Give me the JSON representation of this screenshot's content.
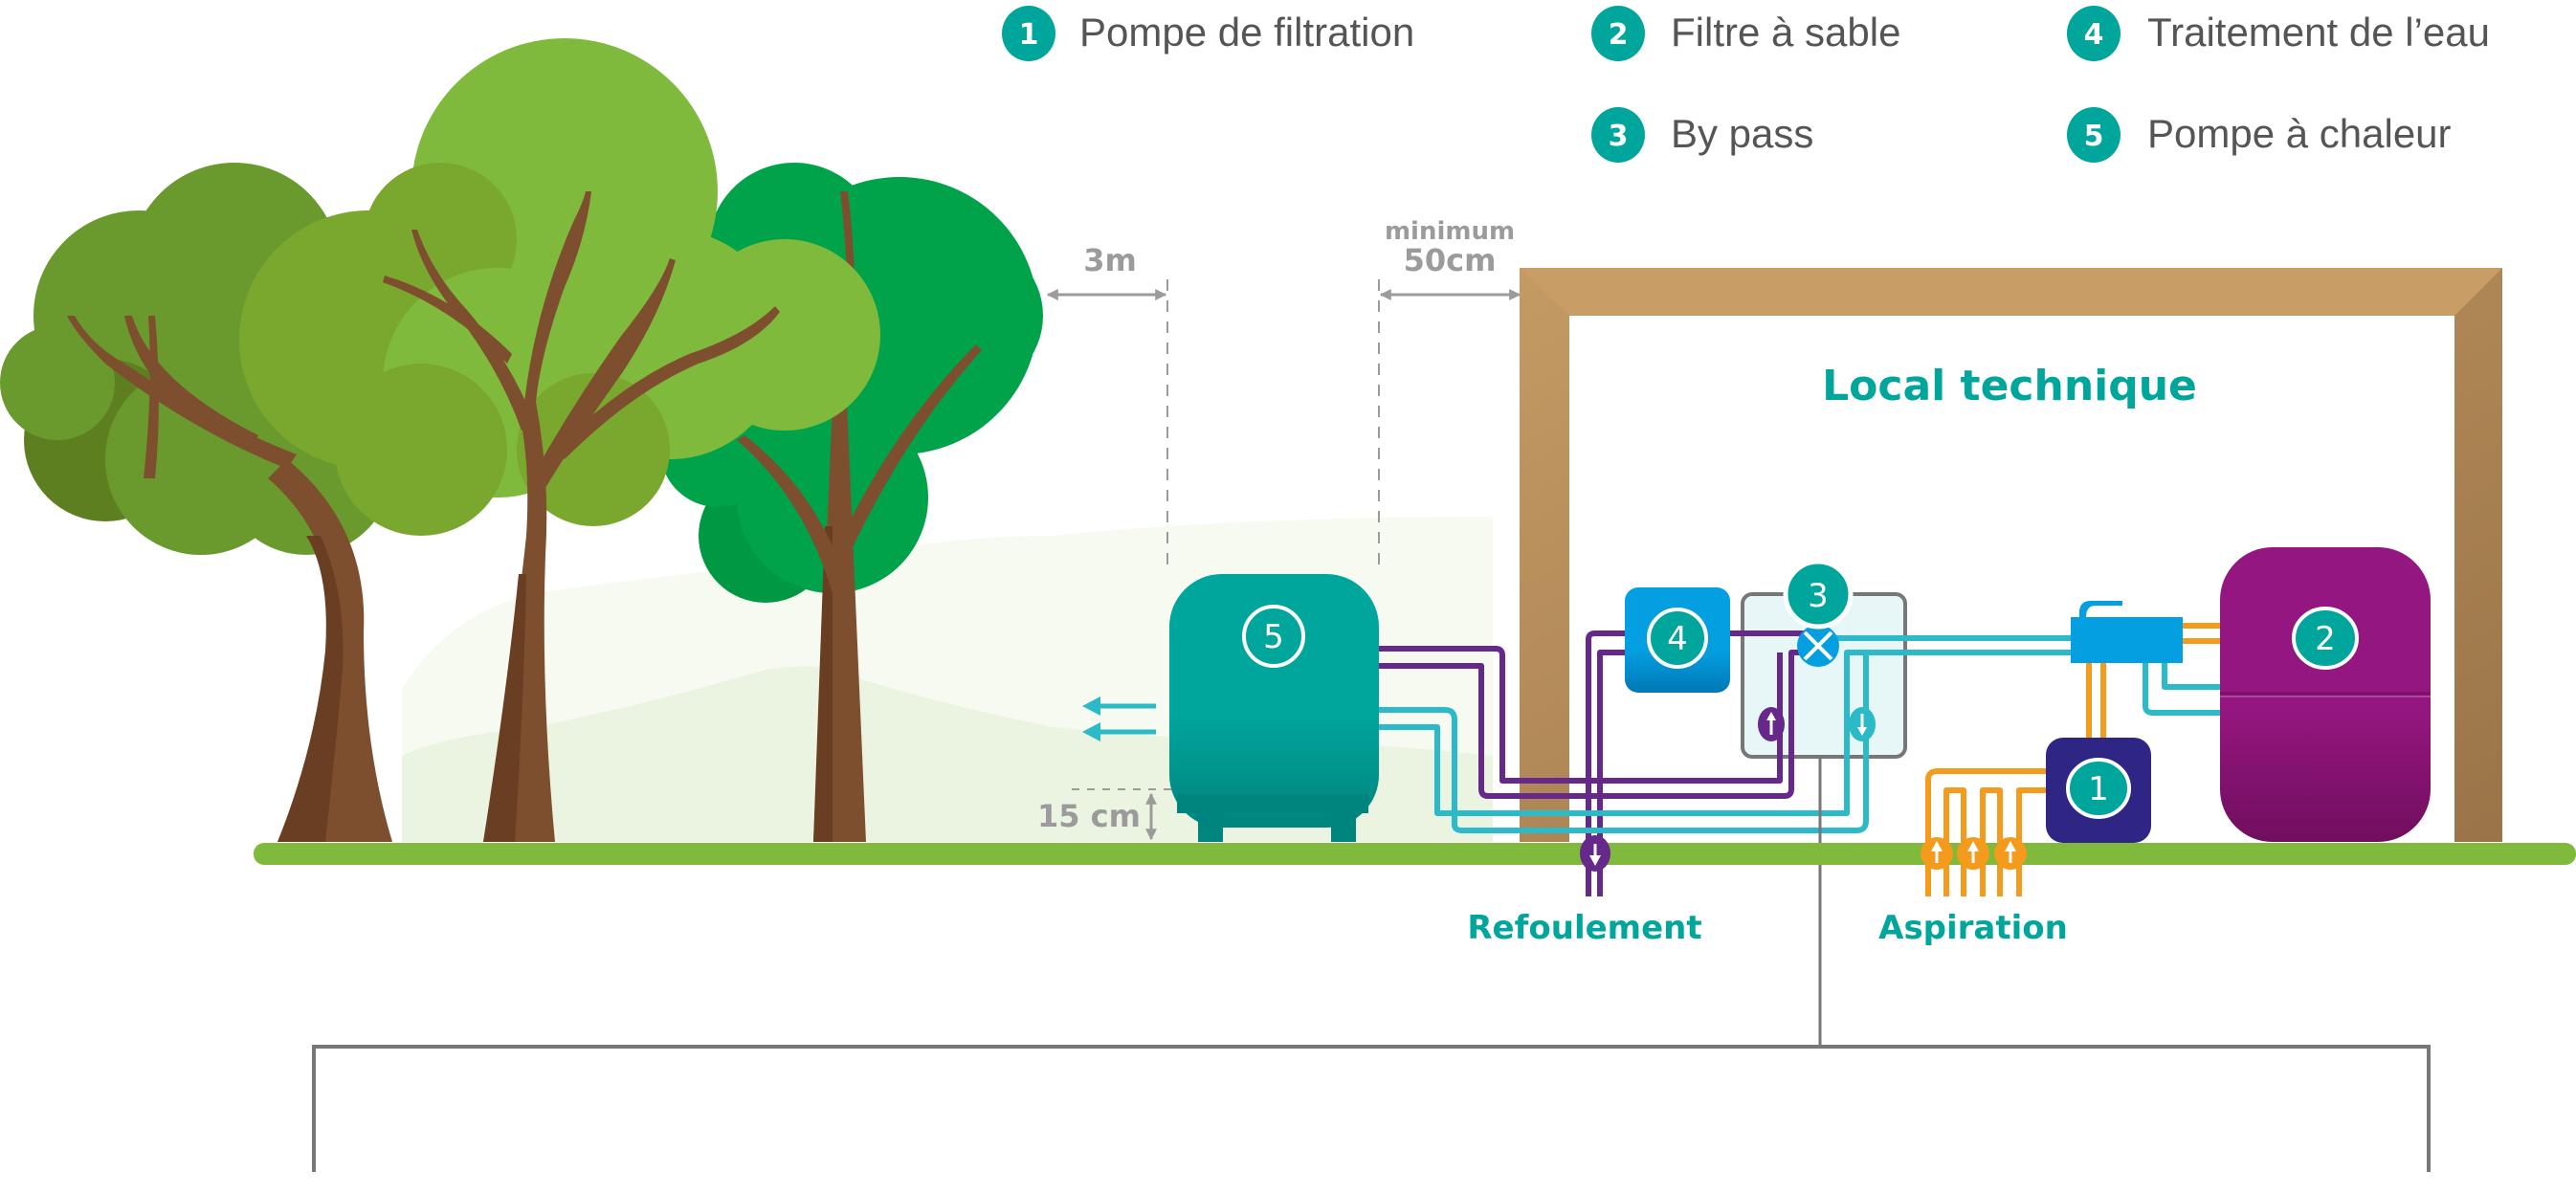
{
  "legend": [
    {
      "number": "1",
      "label": "Pompe de filtration"
    },
    {
      "number": "2",
      "label": "Filtre à sable"
    },
    {
      "number": "3",
      "label": "By pass"
    },
    {
      "number": "4",
      "label": "Traitement de l’eau"
    },
    {
      "number": "5",
      "label": "Pompe à chaleur"
    }
  ],
  "room": {
    "title": "Local technique"
  },
  "dimensions": {
    "tree_distance": "3m",
    "wall_distance_prefix": "minimum",
    "wall_distance": "50cm",
    "ground_clearance": "15 cm"
  },
  "equipment": {
    "heat_pump_badge": "5",
    "treatment_badge": "4",
    "bypass_badge": "3",
    "filter_badge": "2",
    "pump_badge": "1"
  },
  "flows": {
    "discharge_label": "Refoulement",
    "suction_label": "Aspiration"
  },
  "colors": {
    "accent_teal": "#00a59b",
    "ground_green": "#7fba3c",
    "wall_brown": "#c49a64",
    "pipe_purple": "#66288a",
    "pipe_cyan": "#2cb9c8",
    "pipe_orange": "#f49a1c",
    "treatment_blue": "#049fe1",
    "pump_navy": "#2f2585",
    "filter_magenta": "#941680",
    "dimension_gray": "#9b9b9b"
  }
}
